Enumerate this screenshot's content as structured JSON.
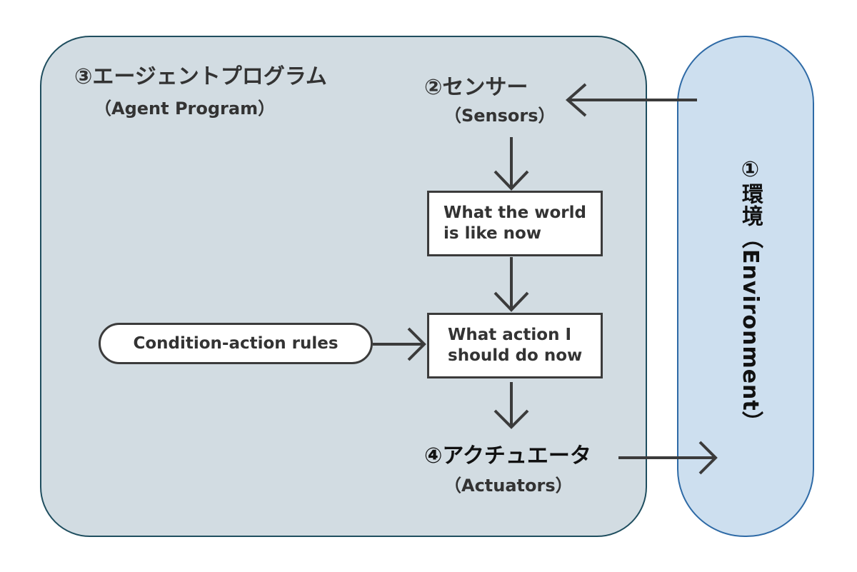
{
  "agent_program": {
    "title_ja": "③エージェントプログラム",
    "title_en": "（Agent Program）"
  },
  "sensors": {
    "title_ja": "②センサー",
    "title_en": "（Sensors）"
  },
  "world_state_box": {
    "line1": "What the world",
    "line2": "is like now"
  },
  "action_box": {
    "line1": "What action I",
    "line2": "should do now"
  },
  "rules": {
    "label": "Condition-action rules"
  },
  "actuators": {
    "title_ja": "④アクチュエータ",
    "title_en": "（Actuators）"
  },
  "environment": {
    "label": "①環境（Environment）"
  },
  "colors": {
    "agent_fill": "#d2dce2",
    "agent_border": "#1f4e5f",
    "env_fill": "#cddfef",
    "env_border": "#2e6aa6",
    "arrow": "#3b3b3b"
  }
}
